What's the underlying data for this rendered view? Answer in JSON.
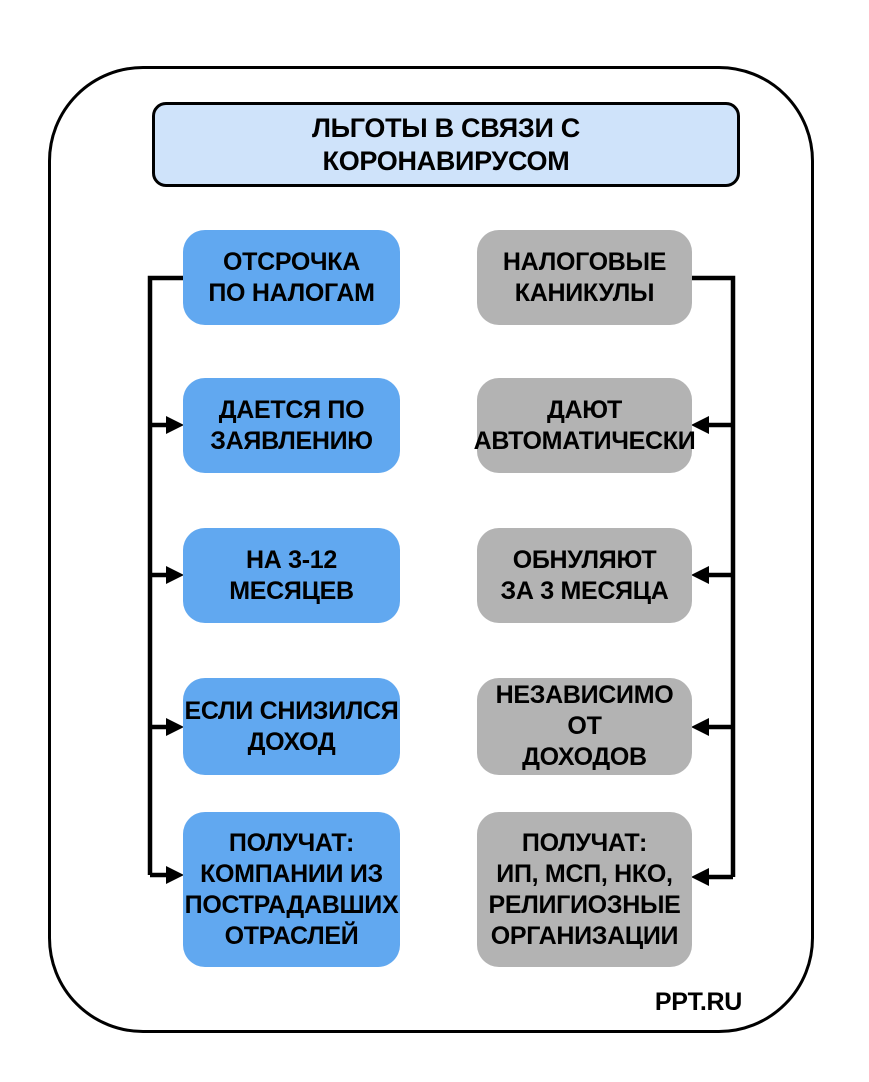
{
  "diagram": {
    "title": "ЛЬГОТЫ В СВЯЗИ С\nКОРОНАВИРУСОМ",
    "watermark": "PPT.RU",
    "colors": {
      "title_bg": "#CFE3FA",
      "left_box": "#61A8F0",
      "right_box": "#B3B3B3",
      "line": "#000000",
      "frame_border": "#000000"
    },
    "columns": {
      "left": {
        "items": [
          {
            "text": "ОТСРОЧКА\nПО НАЛОГАМ"
          },
          {
            "text": "ДАЕТСЯ ПО\nЗАЯВЛЕНИЮ"
          },
          {
            "text": "НА 3-12\nМЕСЯЦЕВ"
          },
          {
            "text": "ЕСЛИ СНИЗИЛСЯ\nДОХОД"
          },
          {
            "text": "ПОЛУЧАТ:\nКОМПАНИИ ИЗ\nПОСТРАДАВШИХ\nОТРАСЛЕЙ"
          }
        ]
      },
      "right": {
        "items": [
          {
            "text": "НАЛОГОВЫЕ\nКАНИКУЛЫ"
          },
          {
            "text": "ДАЮТ\nАВТОМАТИЧЕСКИ"
          },
          {
            "text": "ОБНУЛЯЮТ\nЗА 3 МЕСЯЦА"
          },
          {
            "text": "НЕЗАВИСИМО\nОТ\nДОХОДОВ"
          },
          {
            "text": "ПОЛУЧАТ:\nИП, МСП, НКО,\nРЕЛИГИОЗНЫЕ\nОРГАНИЗАЦИИ"
          }
        ]
      }
    }
  }
}
